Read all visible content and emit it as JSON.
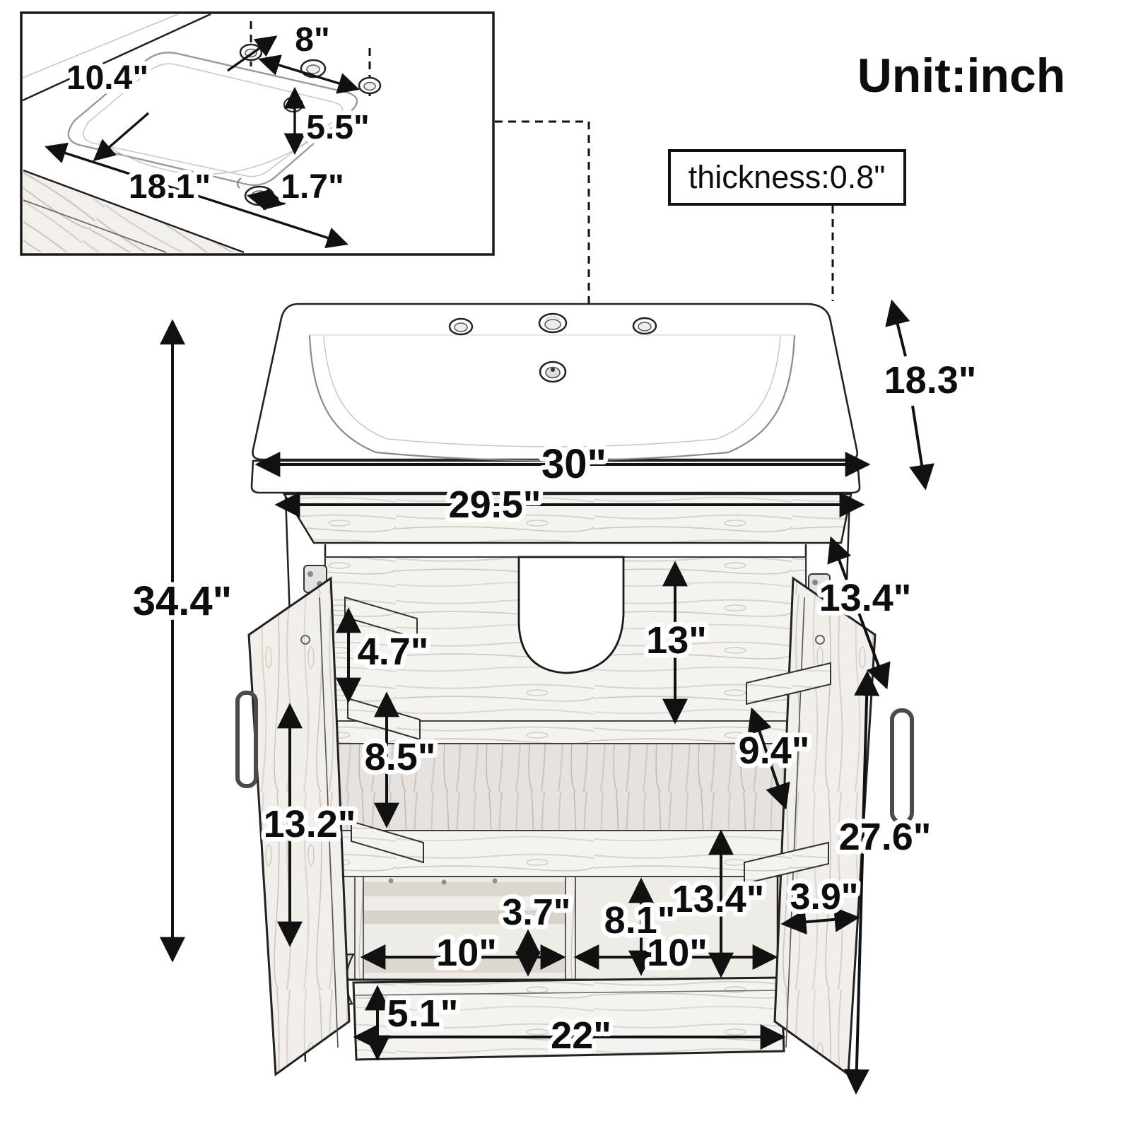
{
  "unit_label": "Unit:inch",
  "callout": {
    "thickness_label": "thickness:0.8\""
  },
  "inset": {
    "faucet_hole_spacing": "8\"",
    "diagonal_depth": "10.4\"",
    "bowl_front_distance": "5.5\"",
    "bowl_length": "18.1\"",
    "drain_width": "1.7\""
  },
  "main": {
    "countertop_width": "30\"",
    "cabinet_width": "29.5\"",
    "countertop_depth": "18.3\"",
    "overall_height": "34.4\"",
    "right_door_opening_diagonal": "13.4\"",
    "left_door_upper_shelf_gap": "4.7\"",
    "back_panel_height": "13\"",
    "left_door_lower_shelf_gap": "8.5\"",
    "left_door_height": "13.2\"",
    "right_door_shelf_gap": "9.4\"",
    "right_door_height": "27.6\"",
    "door_shelf_depth": "3.9\"",
    "drawer_cavity_height": "13.4\"",
    "cubby_height": "8.1\"",
    "cubby_shelf_gap": "3.7\"",
    "left_cubby_width": "10\"",
    "right_cubby_width": "10\"",
    "drawer_front_height": "5.1\"",
    "drawer_width": "22\""
  }
}
